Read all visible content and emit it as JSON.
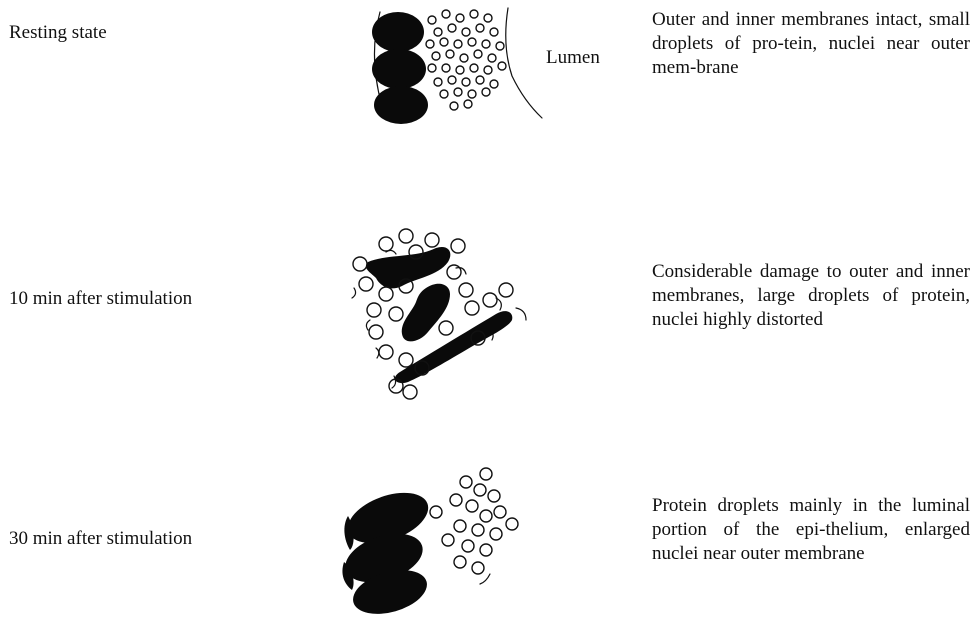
{
  "lumen_label": "Lumen",
  "stages": [
    {
      "label": "Resting state",
      "description": "Outer and inner membranes intact, small droplets of pro-tein, nuclei near outer mem-brane"
    },
    {
      "label": "10 min after stimulation",
      "description": "Considerable damage to outer and inner membranes, large droplets of protein, nuclei highly distorted"
    },
    {
      "label": "30 min after stimulation",
      "description": "Protein droplets mainly in the luminal portion of the epi-thelium, enlarged nuclei near outer membrane"
    }
  ]
}
